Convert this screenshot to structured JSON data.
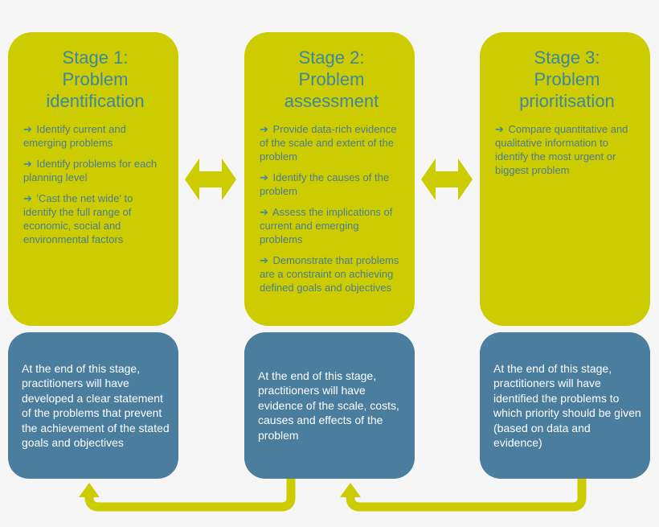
{
  "colors": {
    "stage_fill": "#cccc00",
    "outcome_fill": "#4a7d9e",
    "title_text": "#3d87a3",
    "bullet_text": "#4a7d95",
    "connector": "#cccc00"
  },
  "arrow_glyph": "➔",
  "stages": [
    {
      "title": "Stage 1:\nProblem\nidentification",
      "bullets": [
        "Identify current and emerging problems",
        "Identify problems for each planning level",
        "'Cast the net wide' to identify the full range of economic, social and environmental factors"
      ],
      "outcome": "At the end of this stage, practitioners will have developed a clear statement of the problems that prevent the achievement of the stated goals and objectives"
    },
    {
      "title": "Stage 2:\nProblem\nassessment",
      "bullets": [
        "Provide data-rich evidence of the scale and extent of the problem",
        "Identify the causes of the problem",
        "Assess the implications of current and emerging problems",
        "Demonstrate that problems are a constraint on achieving defined goals and objectives"
      ],
      "outcome": "At the end of this stage, practitioners will have evidence of the scale, costs, causes and effects of the problem"
    },
    {
      "title": "Stage 3:\nProblem\nprioritisation",
      "bullets": [
        "Compare quantitative and qualitative information to identify the most urgent or biggest problem"
      ],
      "outcome": "At the end of this stage, practitioners will have identified the problems to which priority should be given (based on data and evidence)"
    }
  ]
}
